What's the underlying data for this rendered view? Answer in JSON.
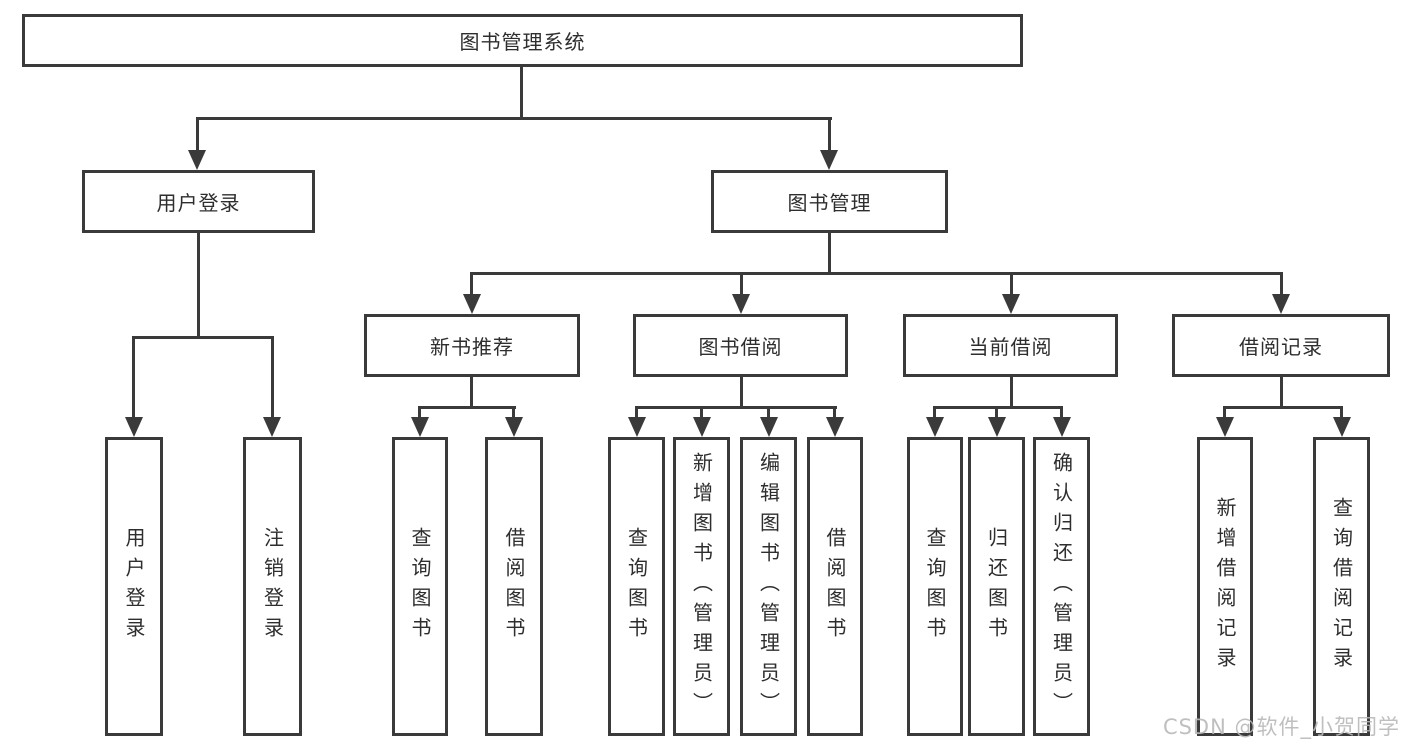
{
  "tree": {
    "root": {
      "label": "图书管理系统"
    },
    "level2": [
      {
        "label": "用户登录"
      },
      {
        "label": "图书管理"
      }
    ],
    "level3": [
      {
        "label": "新书推荐",
        "parent": "图书管理"
      },
      {
        "label": "图书借阅",
        "parent": "图书管理"
      },
      {
        "label": "当前借阅",
        "parent": "图书管理"
      },
      {
        "label": "借阅记录",
        "parent": "图书管理"
      }
    ],
    "leaves": [
      {
        "label": "用户登录",
        "parent": "用户登录"
      },
      {
        "label": "注销登录",
        "parent": "用户登录"
      },
      {
        "label": "查询图书",
        "parent": "新书推荐"
      },
      {
        "label": "借阅图书",
        "parent": "新书推荐"
      },
      {
        "label": "查询图书",
        "parent": "图书借阅"
      },
      {
        "label": "新增图书（管理员）",
        "parent": "图书借阅"
      },
      {
        "label": "编辑图书（管理员）",
        "parent": "图书借阅"
      },
      {
        "label": "借阅图书",
        "parent": "图书借阅"
      },
      {
        "label": "查询图书",
        "parent": "当前借阅"
      },
      {
        "label": "归还图书",
        "parent": "当前借阅"
      },
      {
        "label": "确认归还（管理员）",
        "parent": "当前借阅"
      },
      {
        "label": "新增借阅记录",
        "parent": "借阅记录"
      },
      {
        "label": "查询借阅记录",
        "parent": "借阅记录"
      }
    ]
  },
  "watermark": {
    "text": "CSDN @软件_小贺同学"
  },
  "colors": {
    "line": "#3a3a3a",
    "text": "#2e2e2e",
    "watermark": "#b9b9b9",
    "background": "#ffffff"
  }
}
